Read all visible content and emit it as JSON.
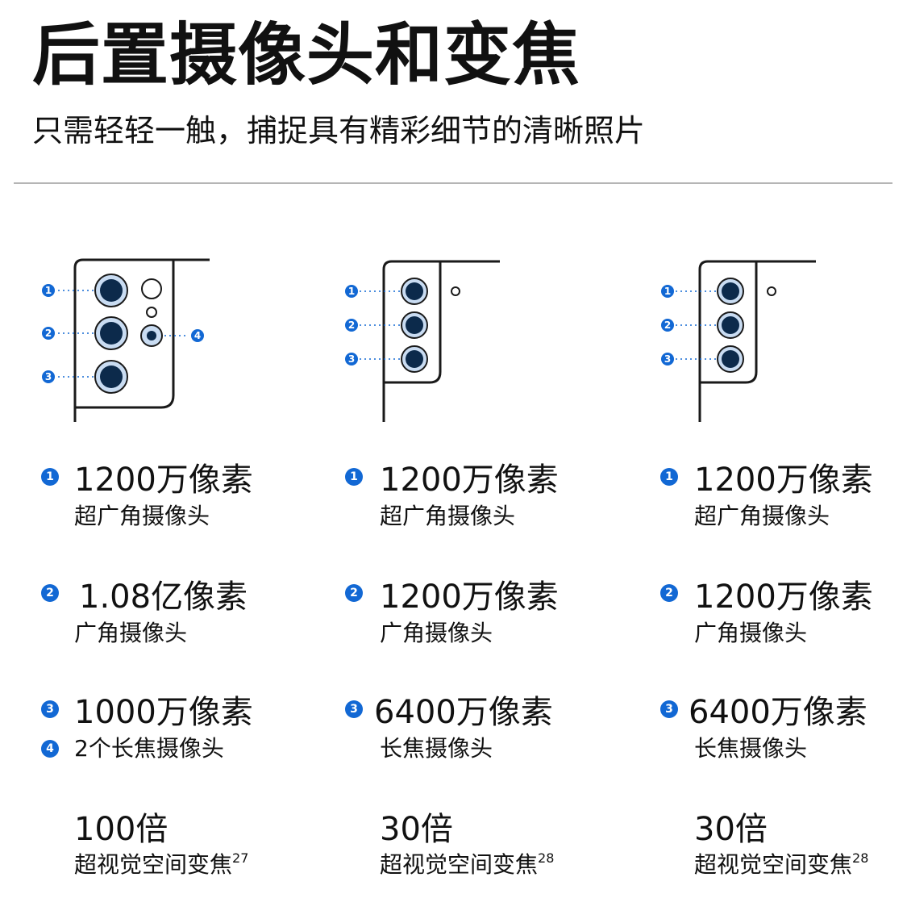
{
  "header": {
    "title": "后置摄像头和变焦",
    "subtitle": "只需轻轻一触，捕捉具有精彩细节的清晰照片"
  },
  "colors": {
    "accent": "#1268d4",
    "lens_fill": "#0c2a4b",
    "lens_ring": "#c9dcf2",
    "outline": "#1a1a1a"
  },
  "columns": [
    {
      "diagram_labels": [
        "1",
        "2",
        "3",
        "4"
      ],
      "specs": [
        {
          "badge": "1",
          "value": "1200万像素",
          "desc": "超广角摄像头"
        },
        {
          "badge": "2",
          "value": "1.08亿像素",
          "desc": "广角摄像头"
        },
        {
          "badge": "3",
          "value": "1000万像素"
        },
        {
          "badge": "4",
          "desc": "2个长焦摄像头"
        }
      ],
      "zoom": {
        "value": "100倍",
        "desc": "超视觉空间变焦",
        "note": "27"
      }
    },
    {
      "diagram_labels": [
        "1",
        "2",
        "3"
      ],
      "specs": [
        {
          "badge": "1",
          "value": "1200万像素",
          "desc": "超广角摄像头"
        },
        {
          "badge": "2",
          "value": "1200万像素",
          "desc": "广角摄像头"
        },
        {
          "badge": "3",
          "value": "6400万像素",
          "desc": "长焦摄像头"
        }
      ],
      "zoom": {
        "value": "30倍",
        "desc": "超视觉空间变焦",
        "note": "28"
      }
    },
    {
      "diagram_labels": [
        "1",
        "2",
        "3"
      ],
      "specs": [
        {
          "badge": "1",
          "value": "1200万像素",
          "desc": "超广角摄像头"
        },
        {
          "badge": "2",
          "value": "1200万像素",
          "desc": "广角摄像头"
        },
        {
          "badge": "3",
          "value": "6400万像素",
          "desc": "长焦摄像头"
        }
      ],
      "zoom": {
        "value": "30倍",
        "desc": "超视觉空间变焦",
        "note": "28"
      }
    }
  ]
}
